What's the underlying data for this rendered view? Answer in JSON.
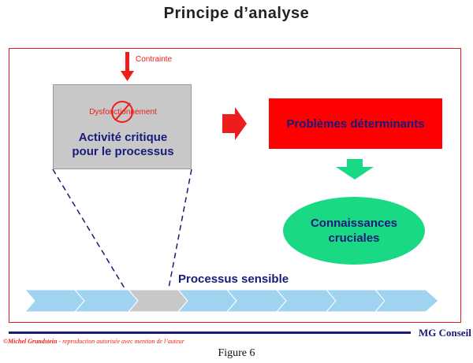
{
  "title": "Principe d’analyse",
  "constraint_label": "Contrainte",
  "activity_box": {
    "malfunction_label": "Dysfonctionnement",
    "line1": "Activité critique",
    "line2": "pour le processus"
  },
  "problems_label": "Problèmes déterminants",
  "knowledge": {
    "line1": "Connaissances",
    "line2": "cruciales"
  },
  "process_label": "Processus sensible",
  "brand": "MG Conseil",
  "credit": {
    "author": "©Michel Grundstein",
    "rest": " - reproduction autorisée avec mention de l’auteur"
  },
  "caption": "Figure 6",
  "colors": {
    "frame": "#e21a1a",
    "red_box": "#ff0000",
    "ellipse": "#19d985",
    "process_band": "#9fd3f0",
    "chevron_highlight": "#c8c8c8",
    "text_navy": "#1a1a7a"
  }
}
